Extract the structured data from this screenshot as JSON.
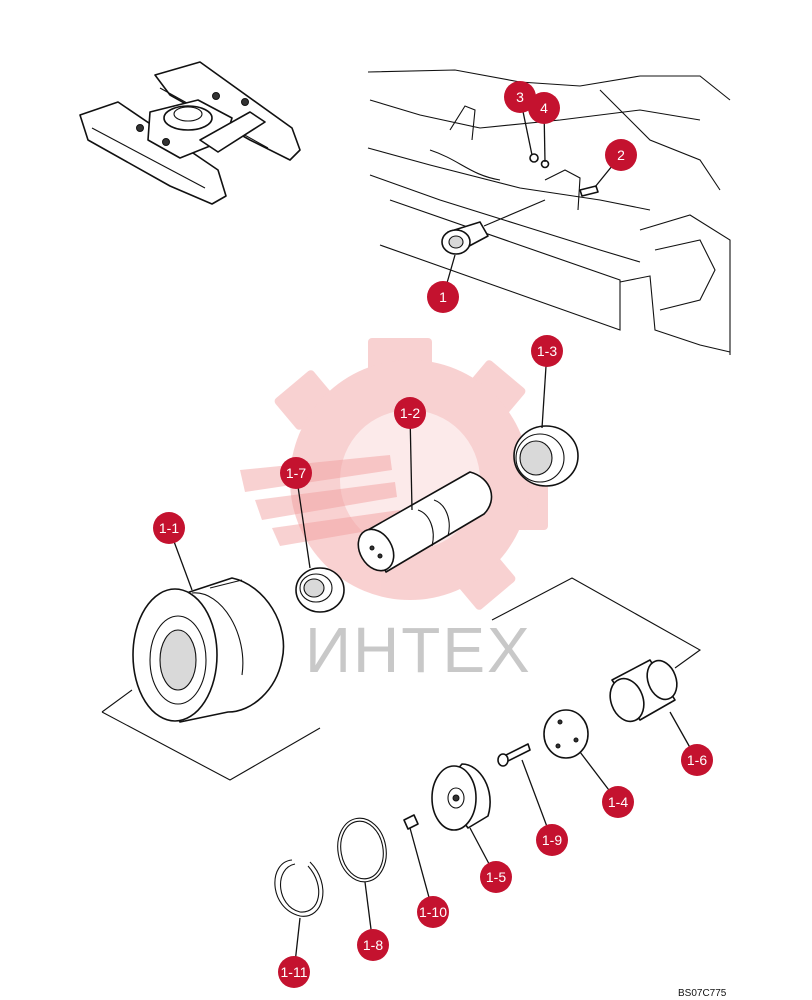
{
  "watermark": {
    "text": "ИНТЕХ"
  },
  "figure_code": "BS07C775",
  "callouts": {
    "c1": "1",
    "c2": "2",
    "c3": "3",
    "c4": "4",
    "c1_1": "1-1",
    "c1_2": "1-2",
    "c1_3": "1-3",
    "c1_4": "1-4",
    "c1_5": "1-5",
    "c1_6": "1-6",
    "c1_7": "1-7",
    "c1_8": "1-8",
    "c1_9": "1-9",
    "c1_10": "1-10",
    "c1_11": "1-11"
  }
}
